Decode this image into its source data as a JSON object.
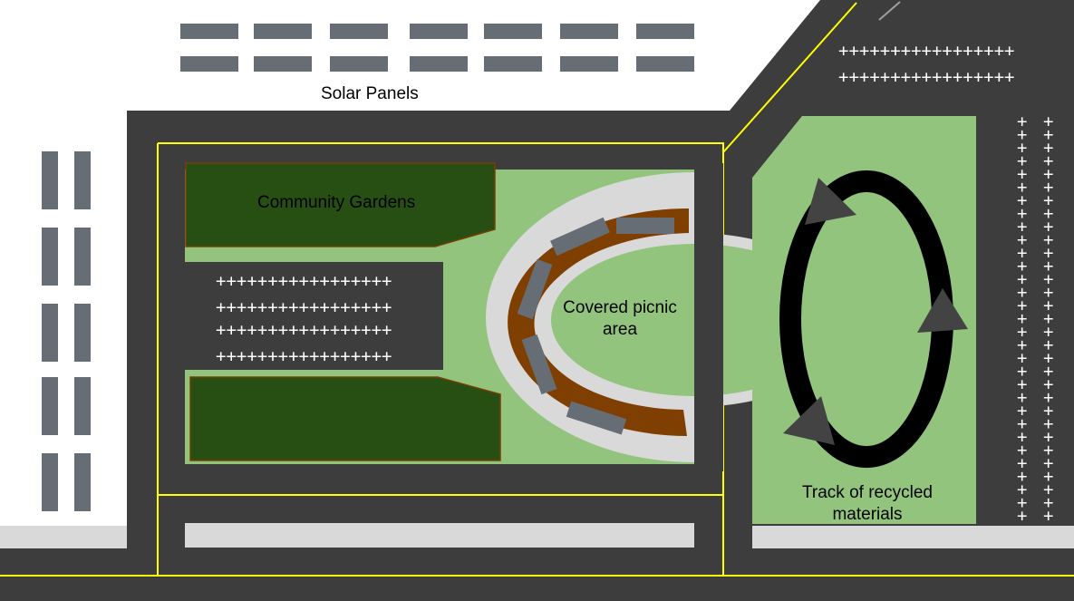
{
  "labels": {
    "solar_panels": "Solar Panels",
    "community_gardens": "Community Gardens",
    "picnic_line1": "Covered picnic",
    "picnic_line2": "area",
    "track_line1": "Track of recycled",
    "track_line2": "materials"
  },
  "parking_marks": {
    "row_text": "+++++++++++++++++",
    "row_text_top": "+++++++++++++++++",
    "col_mark": "+"
  },
  "colors": {
    "road": "#3d3d3d",
    "grass": "#93c47d",
    "garden": "#274e13",
    "garden_border": "#783f04",
    "picnic_roof": "#7f3f00",
    "path": "#d9d9d9",
    "panel": "#666d75",
    "lane_line": "#ffff00",
    "track": "#000000",
    "arrow": "#434343"
  }
}
